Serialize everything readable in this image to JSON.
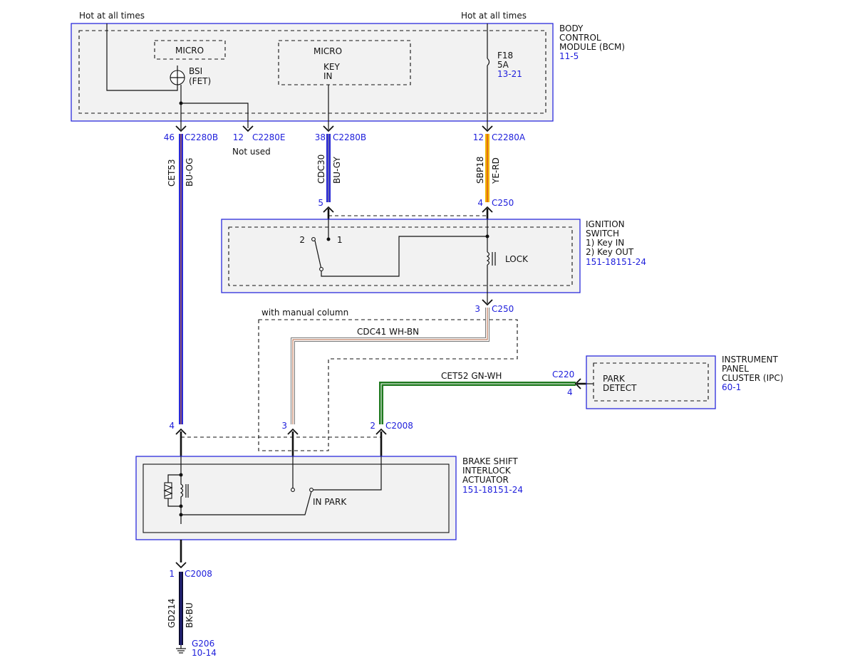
{
  "header": {
    "hot_left": "Hot at all times",
    "hot_right": "Hot at all times"
  },
  "bcm": {
    "title_lines": [
      "BODY",
      "CONTROL",
      "MODULE (BCM)"
    ],
    "ref": "11-5",
    "micro_left": "MICRO",
    "bsi_lines": [
      "BSI",
      "(FET)"
    ],
    "micro_right": "MICRO",
    "key_in_lines": [
      "KEY",
      "IN"
    ],
    "fuse_lines": [
      "F18",
      "5A"
    ],
    "fuse_ref": "13-21"
  },
  "bcm_pins": {
    "p1_num": "46",
    "p1_conn": "C2280B",
    "p2_num": "12",
    "p2_conn": "C2280E",
    "p2_note": "Not used",
    "p3_num": "38",
    "p3_conn": "C2280B",
    "p4_num": "12",
    "p4_conn": "C2280A"
  },
  "wires": {
    "w1_circuit": "CET53",
    "w1_color": "BU-OG",
    "w2_circuit": "CDC30",
    "w2_color": "BU-GY",
    "w3_circuit": "SBP18",
    "w3_color": "YE-RD",
    "w4_label": "CDC41  WH-BN",
    "w5_label": "CET52  GN-WH",
    "w6_circuit": "GD214",
    "w6_color": "BK-BU"
  },
  "ignition": {
    "top_pin_left": "5",
    "top_pin_right": "4",
    "top_conn": "C250",
    "pos2": "2",
    "pos1": "1",
    "lock_label": "LOCK",
    "title_lines": [
      "IGNITION",
      "SWITCH",
      "1) Key IN",
      "2) Key OUT"
    ],
    "ref": "151-18151-24",
    "out_pin": "3",
    "out_conn": "C250"
  },
  "manual_column": "with manual column",
  "ipc": {
    "conn": "C220",
    "pin": "4",
    "detect_lines": [
      "PARK",
      "DETECT"
    ],
    "title_lines": [
      "INSTRUMENT",
      "PANEL",
      "CLUSTER (IPC)"
    ],
    "ref": "60-1"
  },
  "bsia": {
    "pin_a": "4",
    "pin_b": "3",
    "pin_c": "2",
    "conn": "C2008",
    "in_park": "IN PARK",
    "title_lines": [
      "BRAKE SHIFT",
      "INTERLOCK",
      "ACTUATOR"
    ],
    "ref": "151-18151-24",
    "bottom_pin": "1",
    "bottom_conn": "C2008"
  },
  "ground": {
    "name": "G206",
    "ref": "10-14"
  },
  "colors": {
    "frame_blue": "#2b2bdc",
    "label_blue": "#1d1ddb",
    "wire_bu_og_primary": "#2a2ad6",
    "wire_bu_gy_primary": "#2a2ad6",
    "wire_ye_rd_primary": "#f2b700",
    "wire_ye_rd_stripe": "#d42a2a",
    "wire_wh_bn_stripe": "#b2613d",
    "wire_gn_wh_primary": "#1f7a1f",
    "wire_bk_bu_primary": "#0d0d33"
  }
}
